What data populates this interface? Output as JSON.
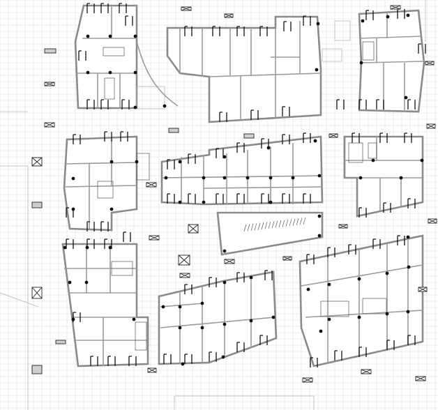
{
  "drawing": {
    "stroke_color": "#8a8a8a",
    "column_color": "#111111",
    "grid_color": "#d8d8d8",
    "background": "#ffffff"
  },
  "buildings": [
    {
      "id": "block-north-west"
    },
    {
      "id": "block-north-center"
    },
    {
      "id": "block-north-east"
    },
    {
      "id": "block-west"
    },
    {
      "id": "block-center"
    },
    {
      "id": "block-east"
    },
    {
      "id": "block-center-small"
    },
    {
      "id": "block-south-west"
    },
    {
      "id": "block-south-center"
    },
    {
      "id": "block-south-east"
    }
  ]
}
